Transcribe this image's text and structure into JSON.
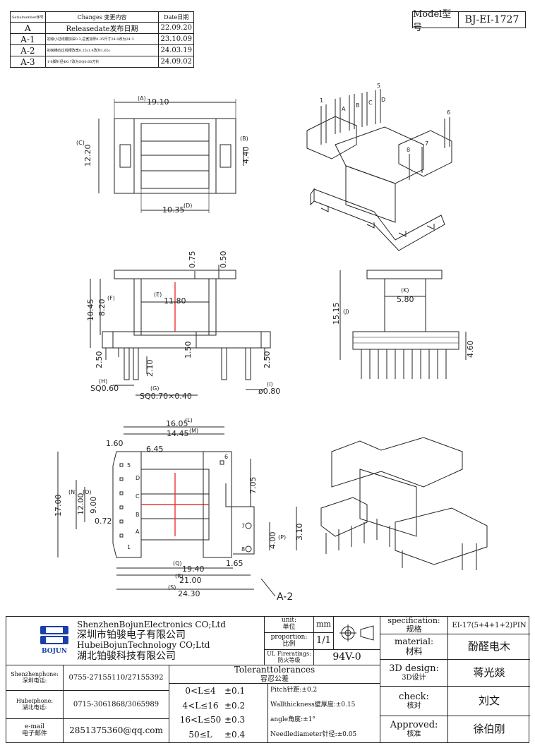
{
  "revision_table": {
    "headers": {
      "serial": "Serialnumber序号",
      "changes": "Changes  变更内容",
      "date": "Date日期"
    },
    "rows": [
      {
        "serial": "A",
        "change": "Releasedate发布日期",
        "date": "22.09.20"
      },
      {
        "serial": "A-1",
        "change": "初级小过线槽加深0.3,总宽加厚0.35尺寸24.0改为24.3",
        "date": "23.10.09"
      },
      {
        "serial": "A-2",
        "change": "初级横向过线槽改宽0.25(1.4改为1.65)",
        "date": "24.03.19"
      },
      {
        "serial": "A-3",
        "change": "1-6脚针径Φ0.7改为SQ0.60方针",
        "date": "24.09.02"
      }
    ]
  },
  "model": {
    "label": "Model型号",
    "value": "BJ-EI-1727"
  },
  "top_view": {
    "dim_a": "(A)",
    "dim_a_val": "19.10",
    "dim_b": "(B)",
    "dim_b_val": "4.40",
    "dim_c": "(C)",
    "dim_c_val": "12.20",
    "dim_d": "(D)",
    "dim_d_val": "10.35"
  },
  "front_view": {
    "d1": "0.75",
    "d2": "0.50",
    "d3": "10.45",
    "d4": "8.20",
    "d4_tag": "(F)",
    "d5_tag": "(E)",
    "d5": "11.80",
    "d6": "1.50",
    "d7": "2.50",
    "d8": "2.10",
    "d9": "2.50",
    "d10_tag": "(H)",
    "d10": "SQ0.60",
    "d11_tag": "(G)",
    "d11": "SQ0.70×0.40",
    "d12_tag": "(I)",
    "d12": "ø0.80"
  },
  "side_view": {
    "k_tag": "(K)",
    "k": "5.80",
    "j_tag": "(J)",
    "j": "15.15",
    "h": "4.60"
  },
  "bottom_view": {
    "l_tag": "(L)",
    "l": "16.05",
    "m_tag": "(M)",
    "m": "14.45",
    "p1": "1.60",
    "p2": "6.45",
    "n_tag": "(N)",
    "o_tag": "(O)",
    "h17": "17.00",
    "h12": "12.00",
    "h9": "9.00",
    "h072": "0.72",
    "v705": "7.05",
    "v400": "4.00",
    "p_tag": "(P)",
    "v310": "3.10",
    "q_tag": "(Q)",
    "q": "19.40",
    "r_tag": "(R)",
    "r": "21.00",
    "s_tag": "(S)",
    "s": "24.30",
    "d165": "1.65",
    "rev_mark": "A-2",
    "pins": [
      "1",
      "A",
      "B",
      "C",
      "D",
      "5",
      "6",
      "7",
      "8"
    ]
  },
  "iso_labels": [
    "1",
    "A",
    "B",
    "C",
    "D",
    "5",
    "6",
    "7",
    "8"
  ],
  "title_block": {
    "company_en1": "ShenzhenBojunElectronics CO;Ltd",
    "company_cn1": "深圳市铂骏电子有限公司",
    "company_en2": "HubeiBojunTechnology CO;Ltd",
    "company_cn2": "湖北铂骏科技有限公司",
    "logo_text": "BOJUN",
    "unit_label": "unit:",
    "unit_label_cn": "单位",
    "unit": "mm",
    "proportion_label": "proportion:",
    "proportion_label_cn": "比例",
    "proportion": "1/1",
    "ul_label": "UL Fireratings:",
    "ul_label_cn": "防火等级",
    "ul": "94V-0",
    "spec_label": "specification:",
    "spec_label_cn": "规格",
    "spec": "EI-17(5+4+1+2)PIN",
    "material_label": "material:",
    "material_label_cn": "材料",
    "material": "酚醛电木",
    "design_label": "3D design:",
    "design_label_cn": "3D设计",
    "design": "蒋光燚",
    "check_label": "check:",
    "check_label_cn": "核对",
    "check": "刘文",
    "approved_label": "Approved:",
    "approved_label_cn": "核准",
    "approved": "徐伯刚",
    "sz_phone_label": "Shenzhenphone:",
    "sz_phone_label_cn": "深圳电话:",
    "sz_phone": "0755-27155110/27155392",
    "hb_phone_label": "Hubeiphone:",
    "hb_phone_label_cn": "湖北电话:",
    "hb_phone": "0715-3061868/3065989",
    "email_label": "e-mail",
    "email_label_cn": "电子邮件",
    "email": "2851375360@qq.com",
    "tol_title": "Toleranttolerances",
    "tol_title_cn": "容忍公差",
    "tolerances": [
      {
        "range": "0<L≤4",
        "tol": "±0.1"
      },
      {
        "range": "4<L≤16",
        "tol": "±0.2"
      },
      {
        "range": "16<L≤50",
        "tol": "±0.3"
      },
      {
        "range": "50≤L",
        "tol": "±0.4"
      }
    ],
    "notes": [
      "Pitch针距:±0.2",
      "Wallthickness壁厚度:±0.15",
      "angle角度:±1°",
      "Needlediameter针径:±0.05"
    ]
  }
}
